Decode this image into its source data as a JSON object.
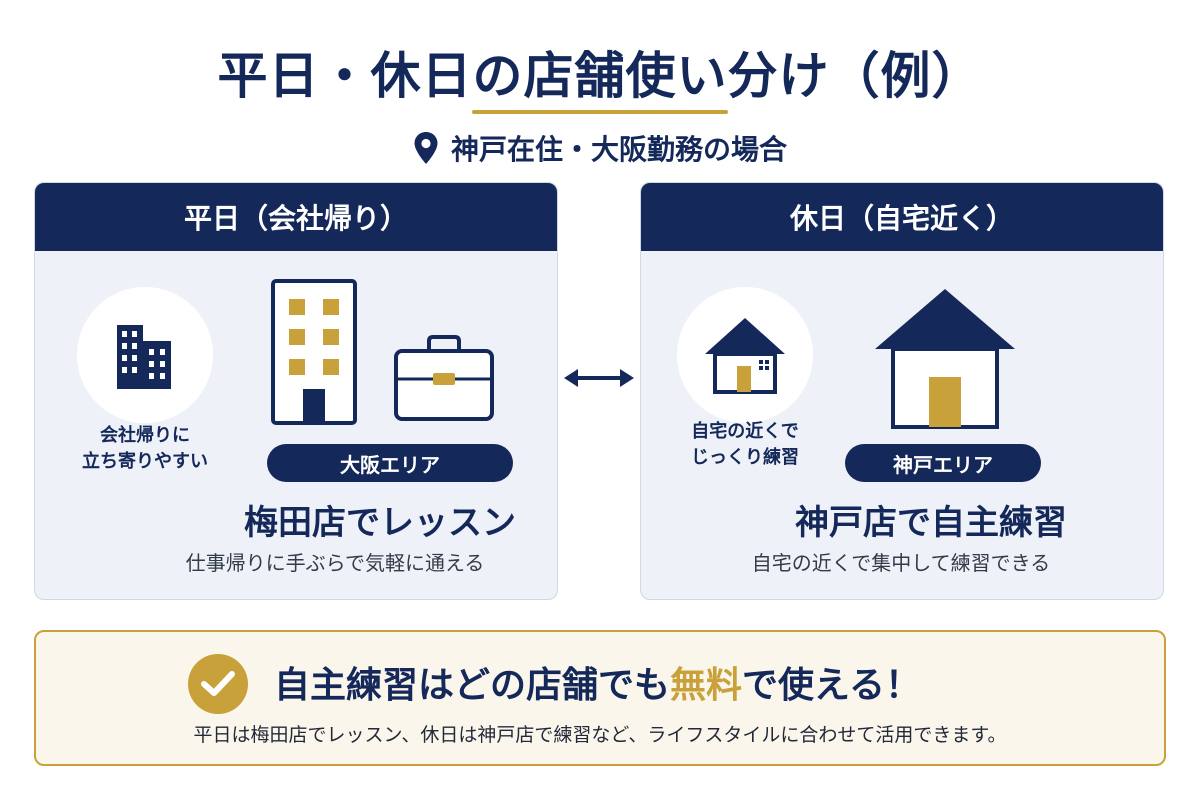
{
  "title": "平日・休日の店舗使い分け（例）",
  "subtitle": "神戸在住・大阪勤務の場合",
  "icons": {
    "location": "location-pin-icon",
    "left_circle": "office-buildings-icon",
    "left_building": "tall-building-icon",
    "left_bag": "briefcase-icon",
    "right_circle": "small-house-icon",
    "right_house": "large-house-icon",
    "arrow": "double-arrow-icon",
    "check": "check-circle-icon"
  },
  "colors": {
    "navy": "#14285a",
    "gold": "#c9a13b",
    "panel_bg": "#eef2f8",
    "banner_bg": "#fbf6ec"
  },
  "weekday": {
    "header": "平日（会社帰り）",
    "circle_caption_line1": "会社帰りに",
    "circle_caption_line2": "立ち寄りやすい",
    "area": "大阪エリア",
    "headline": "梅田店でレッスン",
    "description": "仕事帰りに手ぶらで気軽に通える"
  },
  "holiday": {
    "header": "休日（自宅近く）",
    "circle_caption_line1": "自宅の近くで",
    "circle_caption_line2": "じっくり練習",
    "area": "神戸エリア",
    "headline": "神戸店で自主練習",
    "description": "自宅の近くで集中して練習できる"
  },
  "banner": {
    "headline_before": "自主練習はどの店舗でも",
    "headline_accent": "無料",
    "headline_after": "で使える！",
    "body": "平日は梅田店でレッスン、休日は神戸店で練習など、ライフスタイルに合わせて活用できます。"
  }
}
